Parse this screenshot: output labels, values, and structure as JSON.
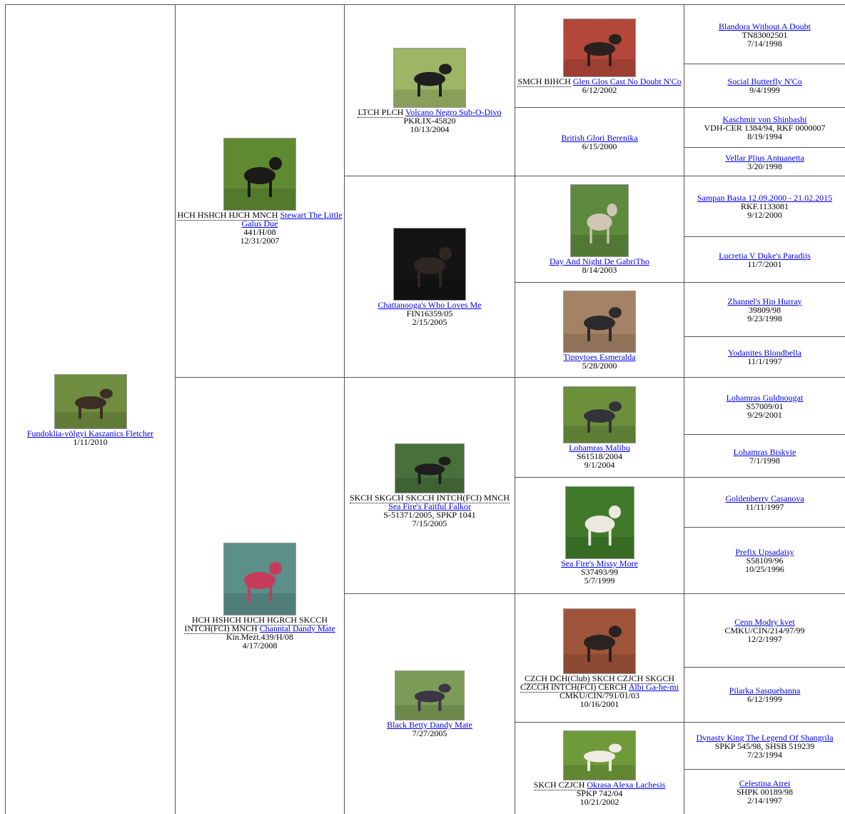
{
  "gen1": {
    "name": "Fundoklia-völgyi Kaszanics Fletcher",
    "date": "1/11/2010",
    "photo": {
      "bg": "#6f8d3e",
      "fg": "#3a2e25"
    }
  },
  "gen2": [
    {
      "titles": "HCH HSHCH HJCH MNCH",
      "name": "Stewart The Little Galus Due",
      "reg": "441/H/08",
      "date": "12/31/2007",
      "photo": {
        "bg": "#5f8a31",
        "fg": "#1c1a18"
      }
    },
    {
      "titles": "HCH HSHCH HJCH HGRCH SKCCH INTCH(FCI) MNCH",
      "name": "Channtal Dandy Mate",
      "reg": "Kin.Mezt.439/H/08",
      "date": "4/17/2008",
      "photo": {
        "bg": "#5c8f8a",
        "fg": "#c43c5a"
      }
    }
  ],
  "gen3": [
    {
      "titles": "LTCH PLCH",
      "name": "Volcano Negro Sub-O-Divo",
      "reg": "PKR.IX-45820",
      "date": "10/13/2004",
      "photo": {
        "bg": "#9db666",
        "fg": "#1f1f1f"
      }
    },
    {
      "name": "Chattanooga's Who Loves Me",
      "reg": "FIN16359/05",
      "date": "2/15/2005",
      "photo": {
        "bg": "#141414",
        "fg": "#2e2622"
      }
    },
    {
      "titles": "SKCH SKGCH SKCCH INTCH(FCI) MNCH",
      "name": "Sea Fire's Faitful Falkor",
      "reg": "S-51371/2005, SPKP 1041",
      "date": "7/15/2005",
      "photo": {
        "bg": "#48703a",
        "fg": "#1e1e1e"
      }
    },
    {
      "name": "Black Betty Dandy Mate",
      "date": "7/27/2005",
      "photo": {
        "bg": "#7c9b56",
        "fg": "#3b3546"
      }
    }
  ],
  "gen4": [
    {
      "titles": "SMCH BIHCH",
      "name": "Glen Glos Cast No Doubt N'Co",
      "date": "6/12/2002",
      "photo": {
        "bg": "#b2473a",
        "fg": "#2a211d"
      }
    },
    {
      "name": "British Glori Berenika",
      "date": "6/15/2000"
    },
    {
      "name": "Day And Night De GabriTho",
      "date": "8/14/2003",
      "photo": {
        "bg": "#5d8a3c",
        "fg": "#cfc6b8"
      }
    },
    {
      "name": "Tippytoes Esmeralda",
      "date": "5/28/2000",
      "photo": {
        "bg": "#a48266",
        "fg": "#2c2a2c"
      }
    },
    {
      "name": "Lohamras Malibu",
      "reg": "S61518/2004",
      "date": "9/1/2004",
      "photo": {
        "bg": "#6c8f3c",
        "fg": "#33333a"
      }
    },
    {
      "name": "Sea Fire's Missy More",
      "reg": "S37493/99",
      "date": "5/7/1999",
      "photo": {
        "bg": "#3f7a2a",
        "fg": "#ece8e0"
      }
    },
    {
      "titles": "CZCH DCH(Club) SKCH CZJCH SKGCH CZCCH INTCH(FCI) CERCH",
      "name": "Albi Ga-he-mi",
      "reg": "CMKU/CIN/791/01/03",
      "date": "10/16/2001",
      "photo": {
        "bg": "#a0553a",
        "fg": "#2a2322"
      }
    },
    {
      "titles": "SKCH CZJCH",
      "name": "Okrasa Alexa Lachesis",
      "reg": "SPKP 742/04",
      "date": "10/21/2002",
      "photo": {
        "bg": "#6f9a3a",
        "fg": "#f0ece4"
      }
    }
  ],
  "gen5": [
    {
      "name": "Blandora Without A Doubt",
      "reg": "TN83002501",
      "date": "7/14/1998"
    },
    {
      "name": "Social Butterfly N'Co",
      "date": "9/4/1999"
    },
    {
      "name": "Kaschmir von Shinbashi",
      "reg": "VDH-CER 1384/94, RKF 0000007",
      "date": "8/19/1994"
    },
    {
      "name": "Vellar Pljus Antuanetta",
      "date": "3/20/1998"
    },
    {
      "name": "Sampan Basta 12.09.2000 - 21.02.2015",
      "reg": "RKF.1133081",
      "date": "9/12/2000"
    },
    {
      "name": "Lucretia V Duke's Paradijs",
      "date": "11/7/2001"
    },
    {
      "name": "Zhannel's Hip Hurray",
      "reg": "39809/98",
      "date": "9/23/1998"
    },
    {
      "name": "Yodanites Blondbella",
      "date": "11/1/1997"
    },
    {
      "name": "Lohamras Guldnougat",
      "reg": "S57009/01",
      "date": "9/29/2001"
    },
    {
      "name": "Lohamras Biskvie",
      "date": "7/1/1998"
    },
    {
      "name": "Goldenberry Casanova",
      "date": "11/11/1997"
    },
    {
      "name": "Prefix Upsadaisy",
      "reg": "S58109/96",
      "date": "10/25/1996"
    },
    {
      "name": "Cenn Modry kvet",
      "reg": "CMKU/CIN/214/97/99",
      "date": "12/2/1997"
    },
    {
      "name": "Pilarka Sasquehanna",
      "date": "6/12/1999"
    },
    {
      "name": "Dynasty King The Legend Of Shangrila",
      "reg": "SPKP 545/98, SHSB 519239",
      "date": "7/23/1994"
    },
    {
      "name": "Celestina Atrei",
      "reg": "SHPK 00189/98",
      "date": "2/14/1997"
    }
  ]
}
